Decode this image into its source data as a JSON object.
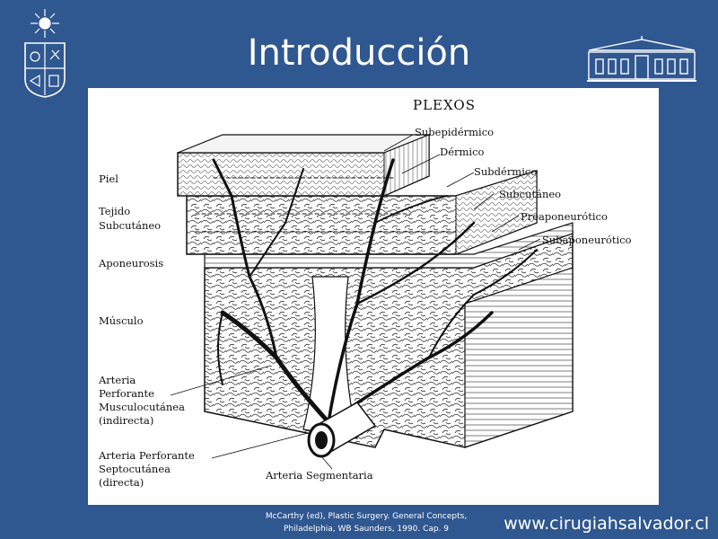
{
  "slide": {
    "title": "Introducción",
    "citation_line1": "McCarthy (ed), Plastic Surgery. General Concepts,",
    "citation_line2": "Philadelphia, WB Saunders, 1990. Cap. 9",
    "website": "www.cirugiahsalvador.cl"
  },
  "diagram": {
    "plexos_heading": "PLEXOS",
    "plexos": [
      "Subepidérmico",
      "Dérmico",
      "Subdérmico",
      "Subcutáneo",
      "Preaponeurótico",
      "Subaponeurótico"
    ],
    "layers": {
      "piel": "Piel",
      "tejido_line1": "Tejido",
      "tejido_line2": "Subcutáneo",
      "aponeurosis": "Aponeurosis",
      "musculo": "Músculo"
    },
    "arteries": {
      "musculo_line1": "Arteria",
      "musculo_line2": "Perforante",
      "musculo_line3": "Musculocutánea",
      "musculo_line4": "(indirecta)",
      "septo_line1": "Arteria Perforante",
      "septo_line2": "Septocutánea",
      "septo_line3": "(directa)",
      "segmentaria": "Arteria Segmentaria"
    }
  },
  "colors": {
    "background": "#2f5790",
    "text": "#ffffff"
  }
}
